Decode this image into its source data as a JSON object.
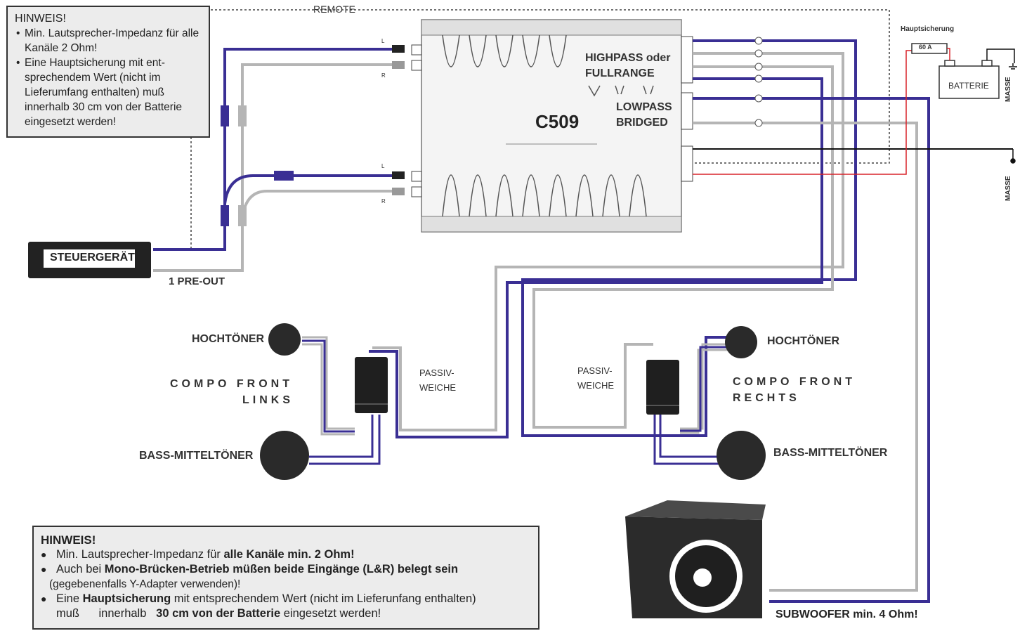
{
  "top_note": {
    "title": "HINWEIS!",
    "items": [
      "Min. Lautsprecher-Impedanz für alle Kanäle 2 Ohm!",
      "Eine Hauptsicherung mit ent-sprechendem Wert (nicht im Lieferumfang enthalten) muß innerhalb 30 cm von der Batterie eingesetzt werden!"
    ]
  },
  "labels": {
    "remote": "REMOTE",
    "amp_model": "C509",
    "highpass": "HIGHPASS oder",
    "fullrange": "FULLRANGE",
    "lowpass": "LOWPASS",
    "bridged": "BRIDGED",
    "head_unit": "STEUERGERÄT",
    "pre_out": "1 PRE-OUT",
    "main_fuse": "Hauptsicherung",
    "fuse_value": "60 A",
    "battery": "BATTERIE",
    "ground_1": "MASSE",
    "ground_2": "MASSE",
    "tweeter_left": "HOCHTÖNER",
    "tweeter_right": "HOCHTÖNER",
    "compo_left_1": "COMPO FRONT",
    "compo_left_2": "LINKS",
    "compo_right_1": "COMPO FRONT",
    "compo_right_2": "RECHTS",
    "crossover_left_1": "PASSIV-",
    "crossover_left_2": "WEICHE",
    "crossover_right_1": "PASSIV-",
    "crossover_right_2": "WEICHE",
    "woofer_left": "BASS-MITTELTÖNER",
    "woofer_right": "BASS-MITTELTÖNER",
    "subwoofer": "SUBWOOFER min. 4 Ohm!",
    "ch_l1": "L",
    "ch_r1": "R",
    "ch_l2": "L",
    "ch_r2": "R"
  },
  "bottom_note": {
    "title": "HINWEIS!",
    "item1_pre": "Min. Lautsprecher-Impedanz für ",
    "item1_bold": "alle Kanäle min. 2 Ohm!",
    "item2_pre": "Auch bei ",
    "item2_bold": "Mono-Brücken-Betrieb müßen beide Eingänge (L&R) belegt sein",
    "item2_sub": "(gegebenenfalls Y-Adapter verwenden)!",
    "item3_pre": "Eine ",
    "item3_bold": "Hauptsicherung",
    "item3_post": " mit entsprechendem Wert (nicht im Lieferunfang enthalten)",
    "item3_line2_pre": "muß      innerhalb   ",
    "item3_line2_bold": "30 cm von der Batterie",
    "item3_line2_post": " eingesetzt werden!"
  },
  "colors": {
    "positive_wire": "#3a2f94",
    "negative_wire": "#b5b5b5",
    "power_wire": "#d8232a",
    "ground_wire": "#111111",
    "note_bg": "#ececec"
  }
}
